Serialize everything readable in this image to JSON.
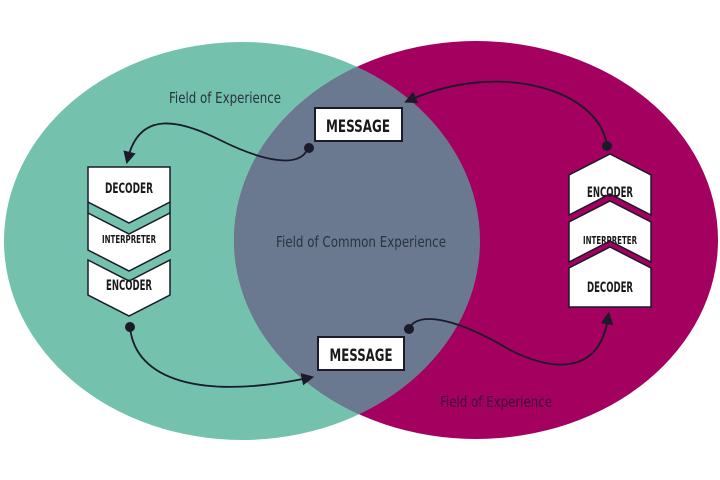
{
  "colors": {
    "left_field": "#74c2ae",
    "right_field": "#a3005f",
    "common_field": "#6a7990",
    "box_fill": "#ffffff",
    "stroke": "#1a1a2a",
    "text_dark": "#2a3340",
    "right_label_text": "#3b0a3a"
  },
  "fields": {
    "left_label": "Field of Experience",
    "right_label": "Field of Experience",
    "common_label": "Field of Common Experience"
  },
  "left_stack": {
    "items": [
      "DECODER",
      "INTERPRETER",
      "ENCODER"
    ],
    "direction": "down"
  },
  "right_stack": {
    "items": [
      "ENCODER",
      "INTERPRETER",
      "DECODER"
    ],
    "direction": "up"
  },
  "messages": {
    "top": "MESSAGE",
    "bottom": "MESSAGE"
  }
}
